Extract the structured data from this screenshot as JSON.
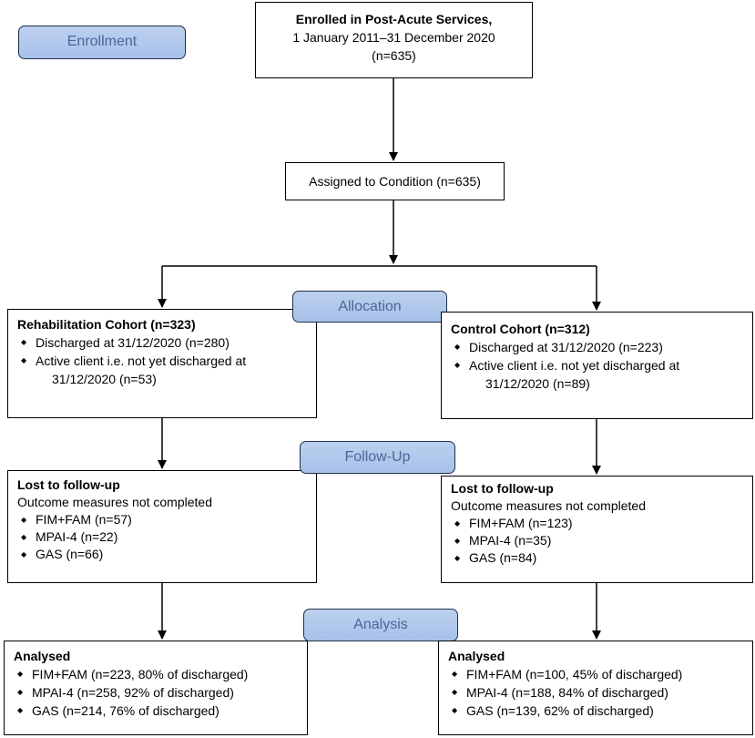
{
  "stages": {
    "enrollment": "Enrollment",
    "allocation": "Allocation",
    "follow_up": "Follow-Up",
    "analysis": "Analysis"
  },
  "enrolled": {
    "line1": "Enrolled in Post-Acute Services,",
    "line2": "1 January 2011–31 December 2020",
    "line3": "(n=635)"
  },
  "assigned": "Assigned to Condition (n=635)",
  "rehab": {
    "title": "Rehabilitation Cohort (n=323)",
    "items": [
      "Discharged at 31/12/2020 (n=280)",
      "Active client i.e. not yet discharged at",
      "31/12/2020 (n=53)"
    ]
  },
  "control": {
    "title": "Control Cohort (n=312)",
    "items": [
      "Discharged at 31/12/2020 (n=223)",
      "Active client i.e. not yet discharged at",
      "31/12/2020 (n=89)"
    ]
  },
  "lost_left": {
    "title": "Lost to follow-up",
    "subtitle": "Outcome measures not completed",
    "items": [
      "FIM+FAM (n=57)",
      "MPAI-4 (n=22)",
      "GAS (n=66)"
    ]
  },
  "lost_right": {
    "title": "Lost to follow-up",
    "subtitle": "Outcome measures not completed",
    "items": [
      "FIM+FAM (n=123)",
      "MPAI-4 (n=35)",
      "GAS (n=84)"
    ]
  },
  "analysed_left": {
    "title": "Analysed",
    "items": [
      "FIM+FAM (n=223, 80% of discharged)",
      "MPAI-4 (n=258, 92% of discharged)",
      "GAS (n=214, 76% of discharged)"
    ]
  },
  "analysed_right": {
    "title": "Analysed",
    "items": [
      "FIM+FAM (n=100, 45% of discharged)",
      "MPAI-4 (n=188, 84% of discharged)",
      "GAS (n=139, 62% of discharged)"
    ]
  }
}
